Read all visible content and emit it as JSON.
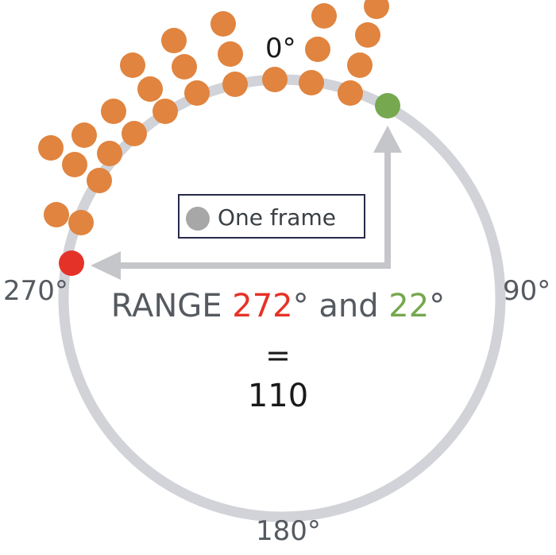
{
  "labels": {
    "top": "0°",
    "right": "90°",
    "bottom": "180°",
    "left": "270°"
  },
  "legend": {
    "text": "One frame"
  },
  "equation": {
    "prefix": "RANGE ",
    "value_a": "272",
    "unit_a": "°",
    "middle": " and ",
    "value_b": "22",
    "unit_b": "°",
    "equals": "=",
    "result": "110"
  },
  "colors": {
    "circle": "#d1d3d8",
    "frame_dot": "#e0843f",
    "start_dot": "#e53228",
    "end_dot": "#76a84f",
    "arrow": "#c5c6c9",
    "legend_dot": "#a7a7a7"
  }
}
